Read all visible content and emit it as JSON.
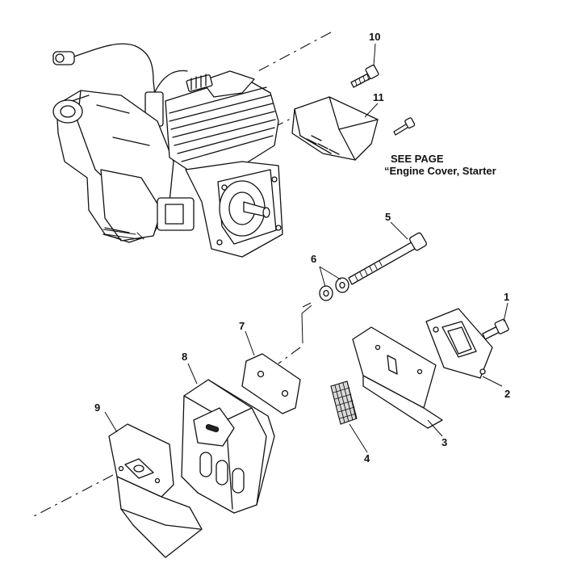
{
  "parts": [
    {
      "id": "10"
    },
    {
      "id": "11"
    },
    {
      "id": "5"
    },
    {
      "id": "6"
    },
    {
      "id": "1"
    },
    {
      "id": "7"
    },
    {
      "id": "2"
    },
    {
      "id": "8"
    },
    {
      "id": "9"
    },
    {
      "id": "3"
    },
    {
      "id": "4"
    }
  ],
  "note": {
    "line1": "SEE PAGE",
    "line2": "“Engine Cover, Starter"
  }
}
